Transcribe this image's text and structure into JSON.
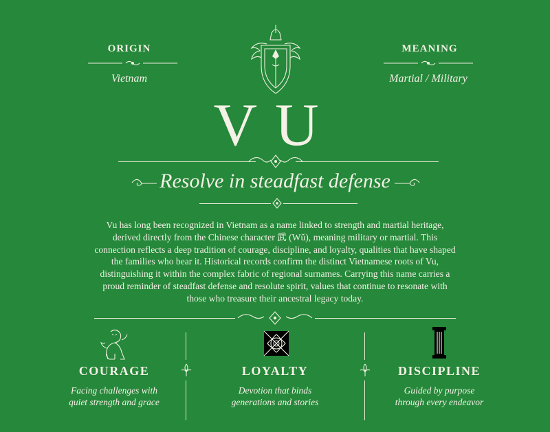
{
  "origin": {
    "heading": "ORIGIN",
    "value": "Vietnam"
  },
  "meaning": {
    "heading": "MEANING",
    "value": "Martial / Military"
  },
  "surname": "VU",
  "tagline": "Resolve in steadfast defense",
  "description": "Vu has long been recognized in Vietnam as a name linked to strength and martial heritage, derived directly from the Chinese character 武 (Wǔ), meaning military or martial. This connection reflects a deep tradition of courage, discipline, and loyalty, qualities that have shaped the families who bear it. Historical records confirm the distinct Vietnamese roots of Vu, distinguishing it within the complex fabric of regional surnames. Carrying this name carries a proud reminder of steadfast defense and resolute spirit, values that continue to resonate with those who treasure their ancestral legacy today.",
  "virtues": [
    {
      "title": "COURAGE",
      "line1": "Facing challenges with",
      "line2": "quiet strength and grace",
      "icon": "lion-icon"
    },
    {
      "title": "LOYALTY",
      "line1": "Devotion that binds",
      "line2": "generations and stories",
      "icon": "celtic-knot-icon"
    },
    {
      "title": "DISCIPLINE",
      "line1": "Guided by purpose",
      "line2": "through every endeavor",
      "icon": "pillar-icon"
    }
  ],
  "colors": {
    "background": "#25883a",
    "foreground": "#f4f1e6"
  }
}
